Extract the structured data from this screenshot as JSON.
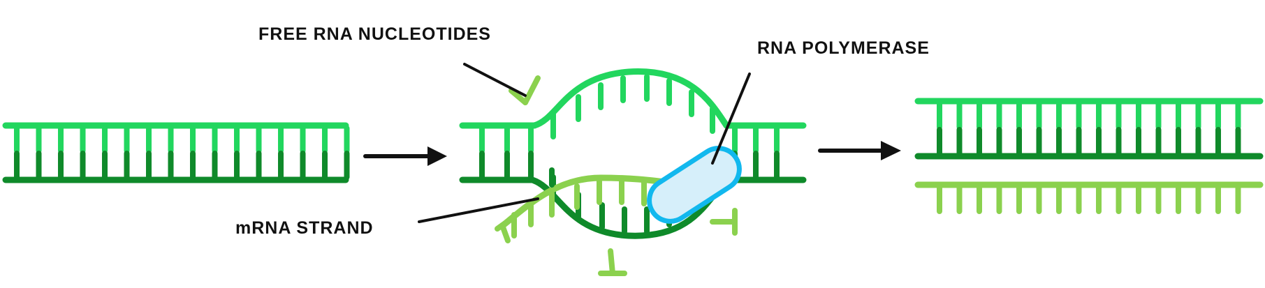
{
  "labels": {
    "free_nucleotides": "FREE RNA NUCLEOTIDES",
    "rna_polymerase": "RNA POLYMERASE",
    "mrna_strand": "mRNA STRAND"
  },
  "colors": {
    "coding_strand": "#22d65e",
    "template_strand": "#0f8a2a",
    "mrna": "#8bd14e",
    "polymerase_fill": "#d6effa",
    "polymerase_stroke": "#12b8ee",
    "ink": "#111111"
  }
}
